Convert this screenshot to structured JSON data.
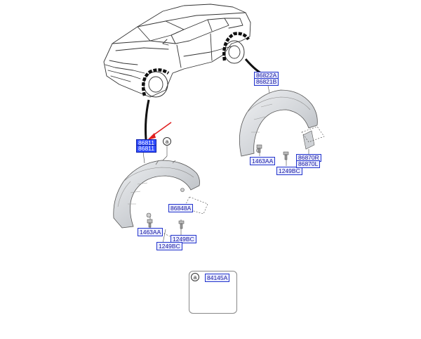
{
  "labels": {
    "front_guard_upper": "86811",
    "front_guard_lower": "86811",
    "rear_guard_upper": "86822A",
    "rear_guard_lower": "86821B",
    "front_clip": "86848A",
    "front_bolt": "1463AA",
    "front_screw_a": "1249BC",
    "front_screw_b": "1249BC",
    "rear_bolt": "1463AA",
    "rear_screw": "1249BC",
    "rear_mudguard_r": "86870R",
    "rear_mudguard_l": "86870L",
    "detail_part": "84145A"
  },
  "callout": "a",
  "colors": {
    "label_border": "#2233cc",
    "label_fill": "#e9ecff",
    "label_highlight": "#2f4cff",
    "pointer_arrow": "#e02020",
    "guard_fill": "#d7d9dc"
  }
}
